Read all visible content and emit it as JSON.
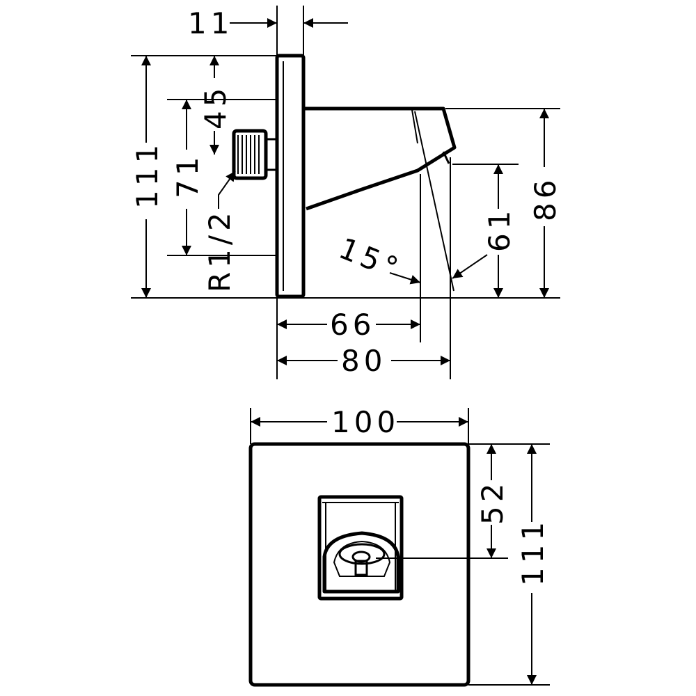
{
  "drawing": {
    "side_view": {
      "dim_plate_thickness": "11",
      "dim_total_height": "111",
      "dim_connection_offset": "45",
      "dim_connection_spacing": "71",
      "thread_label": "R1/2",
      "dim_spout_height": "86",
      "dim_outlet_height": "61",
      "angle_label": "15°",
      "dim_projection_66": "66",
      "dim_projection_80": "80"
    },
    "front_view": {
      "dim_width": "100",
      "dim_outlet_from_top": "52",
      "dim_height": "111"
    }
  }
}
